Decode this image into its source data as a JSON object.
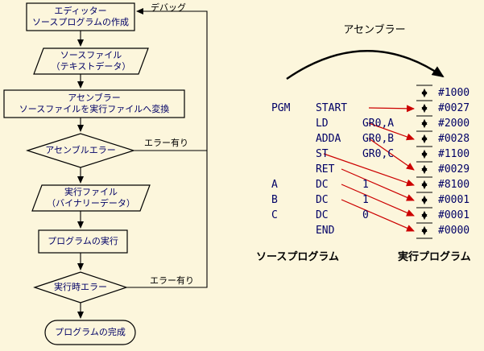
{
  "colors": {
    "bg": "#FCF6DC",
    "ink": "#000066",
    "line": "#000000",
    "red": "#CC0000"
  },
  "flowchart": {
    "nodes": [
      {
        "id": "editor",
        "type": "process",
        "lines": [
          "エディッター",
          "ソースプログラムの作成"
        ]
      },
      {
        "id": "source-file",
        "type": "io",
        "lines": [
          "ソースファイル",
          "（テキストデータ）"
        ]
      },
      {
        "id": "assembler",
        "type": "process",
        "lines": [
          "アセンブラー",
          "ソースファイルを実行ファイルへ変換"
        ]
      },
      {
        "id": "assemble-error",
        "type": "decision",
        "lines": [
          "アセンブルエラー"
        ]
      },
      {
        "id": "exec-file",
        "type": "io",
        "lines": [
          "実行ファイル",
          "（バイナリーデータ）"
        ]
      },
      {
        "id": "run",
        "type": "process",
        "lines": [
          "プログラムの実行"
        ]
      },
      {
        "id": "runtime-error",
        "type": "decision",
        "lines": [
          "実行時エラー"
        ]
      },
      {
        "id": "complete",
        "type": "terminator",
        "lines": [
          "プログラムの完成"
        ]
      }
    ],
    "debug_label": "デバッグ",
    "error_label_1": "エラー有り",
    "error_label_2": "エラー有り"
  },
  "assembler_label": "アセンブラー",
  "listing": {
    "caption": "ソースプログラム",
    "rows": [
      {
        "label": "PGM",
        "op": "START",
        "operand": ""
      },
      {
        "label": "",
        "op": "LD",
        "operand": "GR0,A"
      },
      {
        "label": "",
        "op": "ADDA",
        "operand": "GR0,B"
      },
      {
        "label": "",
        "op": "ST",
        "operand": "GR0,C"
      },
      {
        "label": "",
        "op": "RET",
        "operand": ""
      },
      {
        "label": "A",
        "op": "DC",
        "operand": "1"
      },
      {
        "label": "B",
        "op": "DC",
        "operand": "1"
      },
      {
        "label": "C",
        "op": "DC",
        "operand": "0"
      },
      {
        "label": "",
        "op": "END",
        "operand": ""
      }
    ]
  },
  "memory": {
    "caption": "実行プログラム",
    "values": [
      "#1000",
      "#0027",
      "#2000",
      "#0028",
      "#1100",
      "#0029",
      "#8100",
      "#0001",
      "#0001",
      "#0000"
    ]
  },
  "mappings": [
    {
      "row": 1,
      "word": 1
    },
    {
      "row": 2,
      "word": 3
    },
    {
      "row": 3,
      "word": 5
    },
    {
      "row": 4,
      "word": 6
    },
    {
      "row": 5,
      "word": 7
    },
    {
      "row": 6,
      "word": 8
    },
    {
      "row": 7,
      "word": 9
    }
  ]
}
